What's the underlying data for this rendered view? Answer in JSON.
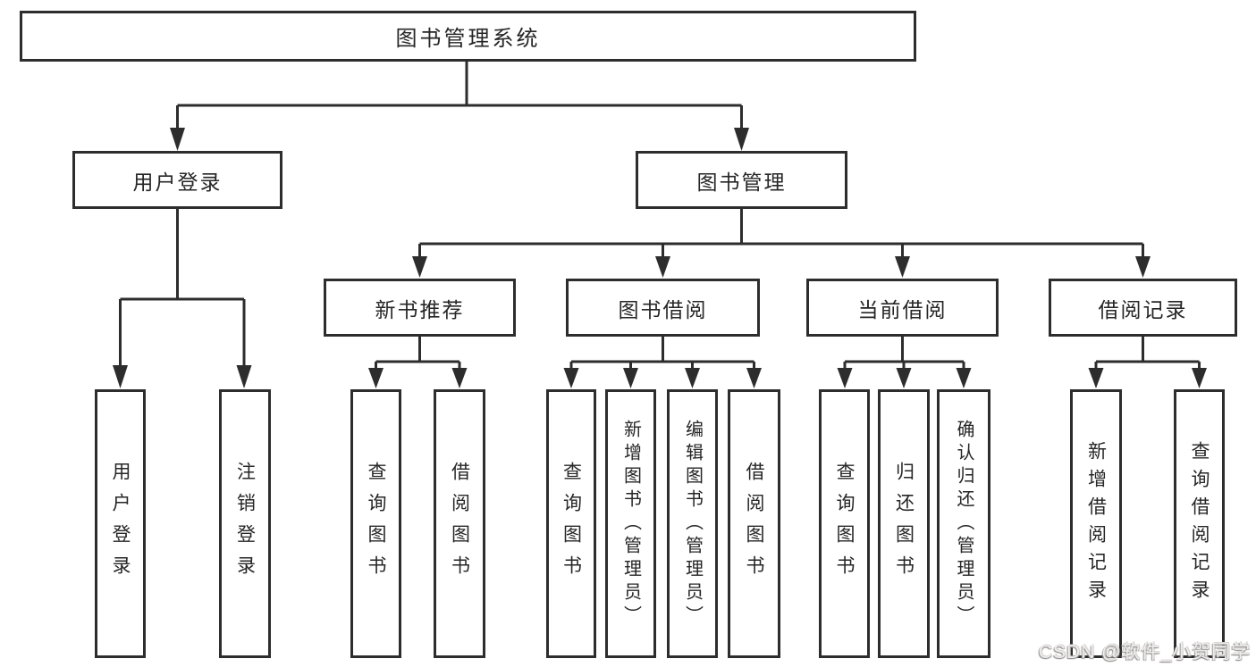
{
  "diagram": {
    "title": "图书管理系统",
    "tree": {
      "root": {
        "label": "图书管理系统"
      },
      "branches": [
        {
          "label": "用户登录",
          "children": [
            {
              "label": "用户登录"
            },
            {
              "label": "注销登录"
            }
          ]
        },
        {
          "label": "图书管理",
          "sections": [
            {
              "label": "新书推荐",
              "children": [
                {
                  "label": "查询图书"
                },
                {
                  "label": "借阅图书"
                }
              ]
            },
            {
              "label": "图书借阅",
              "children": [
                {
                  "label": "查询图书"
                },
                {
                  "label": "新增图书（管理员）"
                },
                {
                  "label": "编辑图书（管理员）"
                },
                {
                  "label": "借阅图书"
                }
              ]
            },
            {
              "label": "当前借阅",
              "children": [
                {
                  "label": "查询图书"
                },
                {
                  "label": "归还图书"
                },
                {
                  "label": "确认归还（管理员）"
                }
              ]
            },
            {
              "label": "借阅记录",
              "children": [
                {
                  "label": "新增借阅记录"
                },
                {
                  "label": "查询借阅记录"
                }
              ]
            }
          ]
        }
      ]
    },
    "colors": {
      "line": "#2d2d2d",
      "box_border": "#2d2d2d",
      "text": "#262626",
      "background": "#ffffff",
      "watermark_text": "#efeceb"
    }
  },
  "watermark": {
    "text": "CSDN @软件_小贺同学"
  }
}
